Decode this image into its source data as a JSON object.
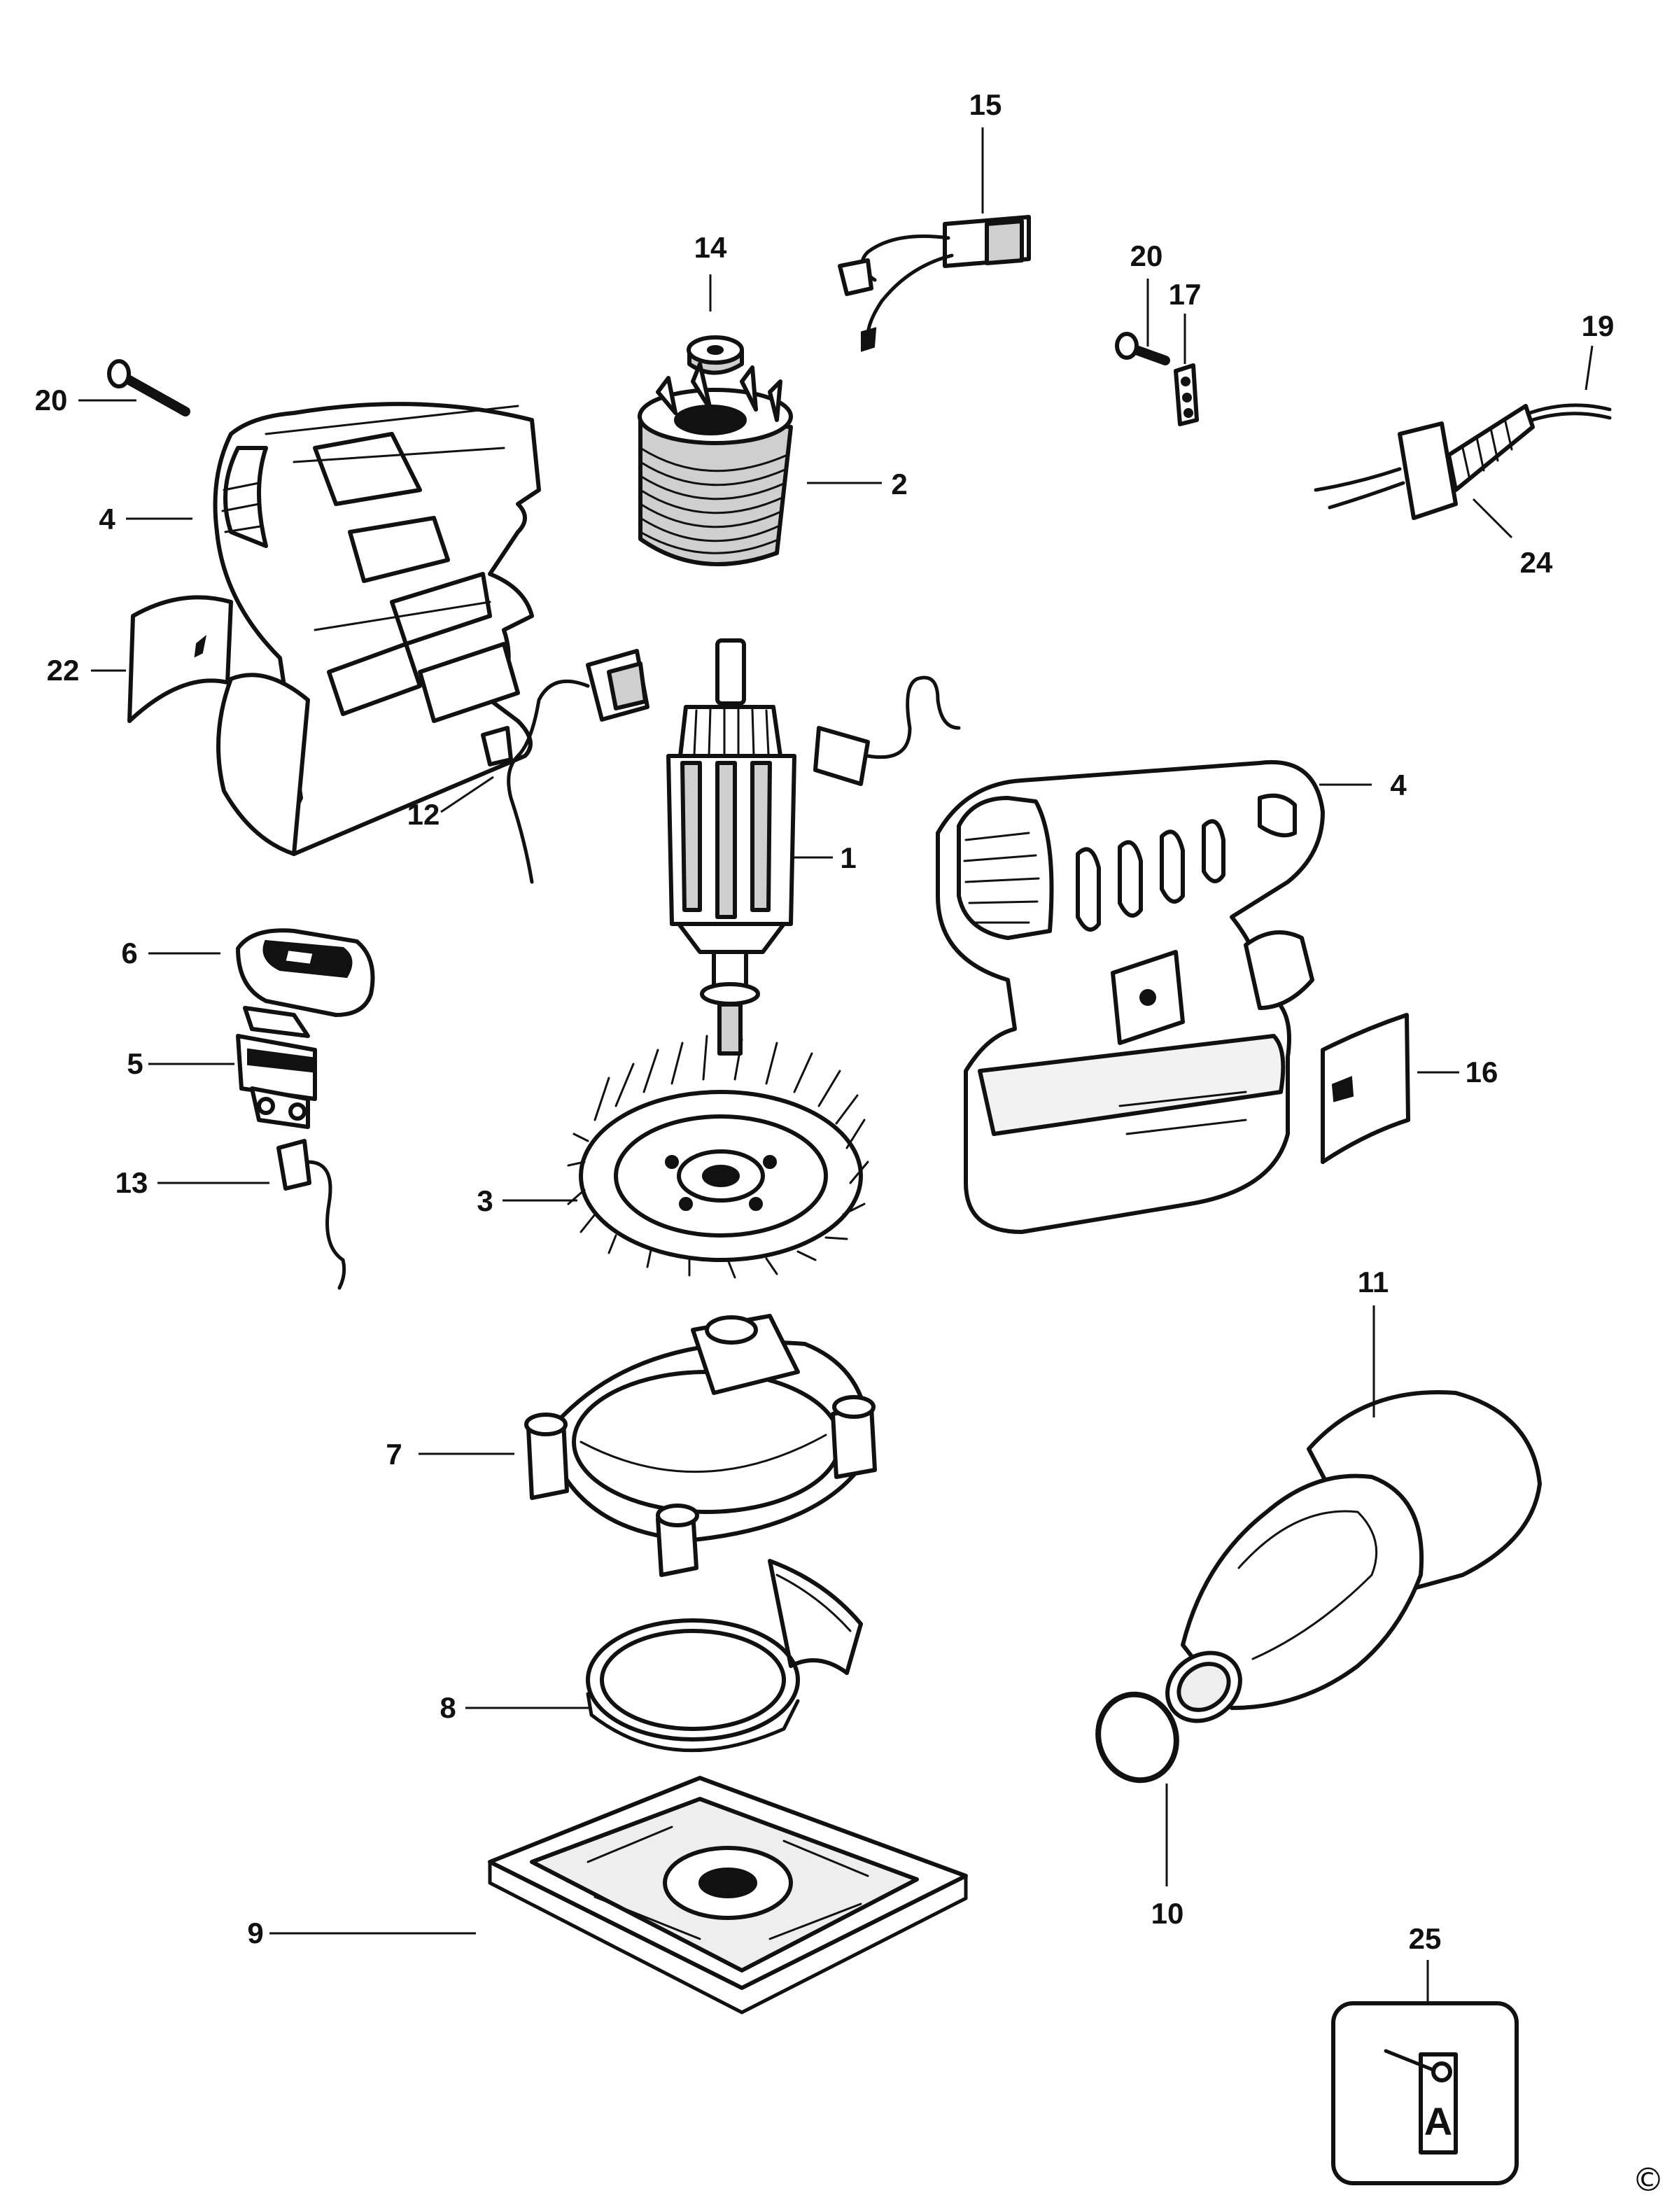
{
  "labels": {
    "p1": "1",
    "p2": "2",
    "p3": "3",
    "p4_left": "4",
    "p4_right": "4",
    "p5": "5",
    "p6": "6",
    "p7": "7",
    "p8": "8",
    "p9": "9",
    "p10": "10",
    "p11": "11",
    "p12": "12",
    "p13": "13",
    "p14": "14",
    "p15": "15",
    "p16": "16",
    "p17": "17",
    "p19": "19",
    "p20_left": "20",
    "p20_right": "20",
    "p22": "22",
    "p24": "24",
    "p25": "25"
  },
  "kit_letter": "A",
  "copyright": "©"
}
